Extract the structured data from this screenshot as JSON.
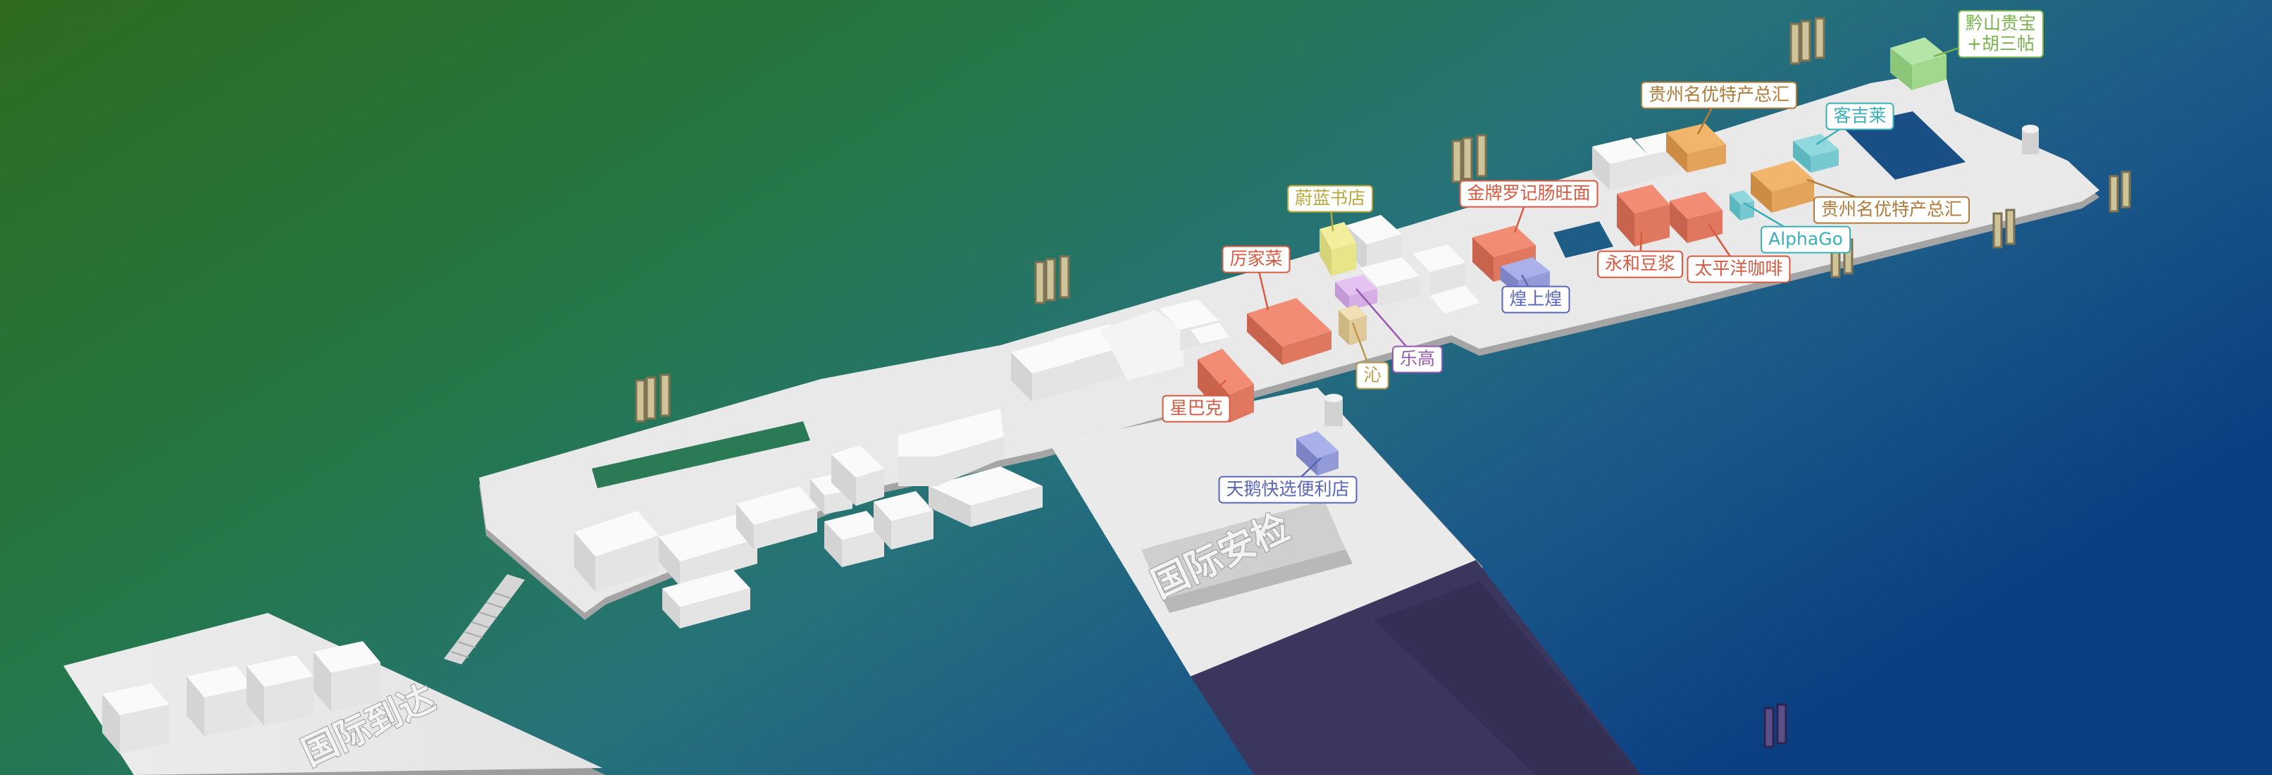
{
  "map": {
    "zones": [
      {
        "id": "intl-security",
        "text": "国际安检"
      },
      {
        "id": "intl-arrival",
        "text": "国际到达"
      }
    ],
    "pois": [
      {
        "id": "qianshan",
        "lines": [
          "黔山贵宝",
          "+胡三帖"
        ],
        "color": "#7ab24f"
      },
      {
        "id": "guizhou-1",
        "lines": [
          "贵州名优特产总汇"
        ],
        "color": "#b07a3a"
      },
      {
        "id": "kejicai",
        "lines": [
          "客吉莱"
        ],
        "color": "#3bb0b8"
      },
      {
        "id": "jinpai",
        "lines": [
          "金牌罗记肠旺面"
        ],
        "color": "#d85a42"
      },
      {
        "id": "weilan",
        "lines": [
          "蔚蓝书店"
        ],
        "color": "#b8a83a"
      },
      {
        "id": "guizhou-2",
        "lines": [
          "贵州名优特产总汇"
        ],
        "color": "#b07a3a"
      },
      {
        "id": "alphago",
        "lines": [
          "AlphaGo"
        ],
        "color": "#3bb0b8"
      },
      {
        "id": "yonghe",
        "lines": [
          "永和豆浆"
        ],
        "color": "#d85a42"
      },
      {
        "id": "taipingyang",
        "lines": [
          "太平洋咖啡"
        ],
        "color": "#d85a42"
      },
      {
        "id": "fangjiacai",
        "lines": [
          "厉家菜"
        ],
        "color": "#d85a42"
      },
      {
        "id": "huangshanghuang",
        "lines": [
          "煌上煌"
        ],
        "color": "#5a66b8"
      },
      {
        "id": "lego",
        "lines": [
          "乐高"
        ],
        "color": "#9a5ab0"
      },
      {
        "id": "qin",
        "lines": [
          "沁"
        ],
        "color": "#b89a4a"
      },
      {
        "id": "starbucks",
        "lines": [
          "星巴克"
        ],
        "color": "#d85a42"
      },
      {
        "id": "tiane",
        "lines": [
          "天鹅快选便利店"
        ],
        "color": "#5a66b8"
      }
    ]
  }
}
